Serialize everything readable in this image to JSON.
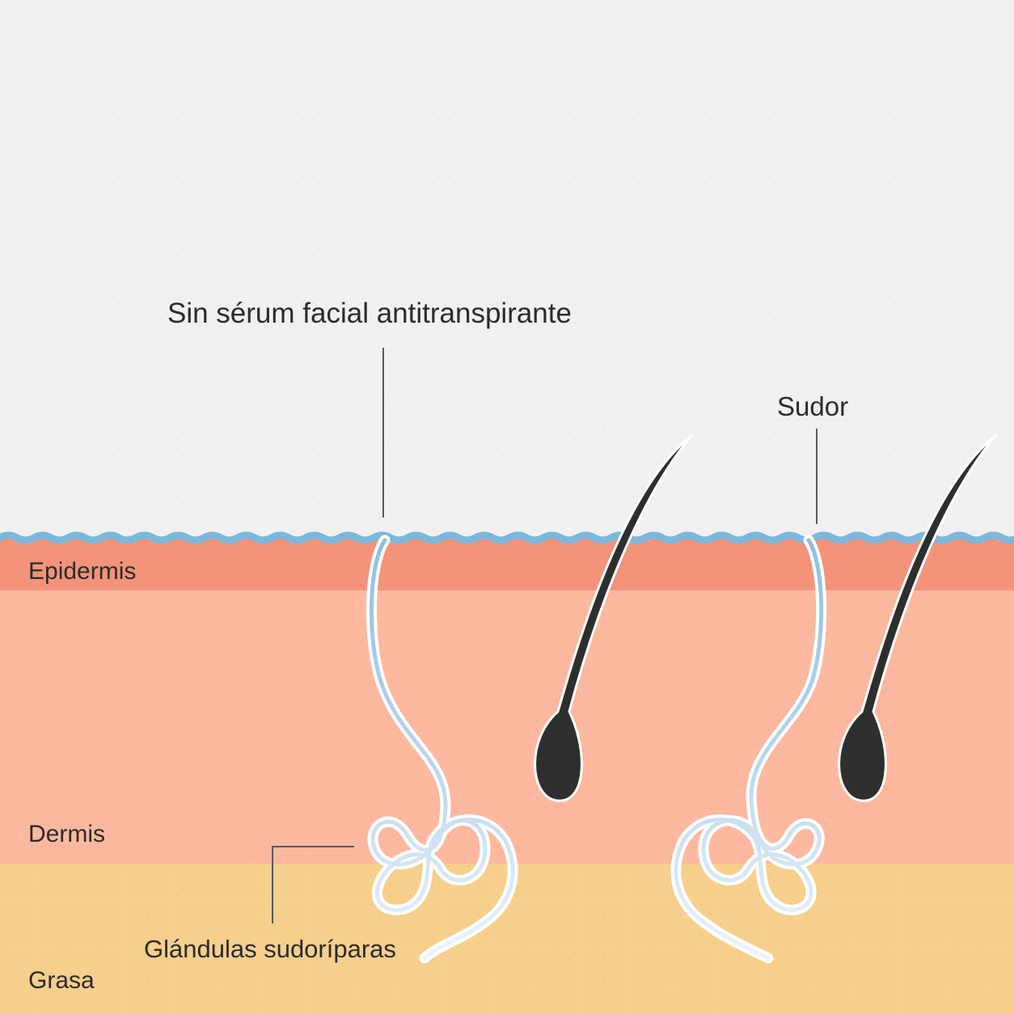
{
  "diagram": {
    "title": "Sin sérum facial antitranspirante",
    "labels": {
      "sweat": "Sudor",
      "epidermis": "Epidermis",
      "dermis": "Dermis",
      "fat": "Grasa",
      "sweat_glands": "Glándulas sudoríparas"
    }
  },
  "colors": {
    "background": "#f1f1f1",
    "epidermis": "#f3937a",
    "dermis": "#fdb8a0",
    "fat": "#f6d08c",
    "sweat": "#7cb8dc",
    "hair": "#2e2e2e",
    "label_line": "#5a5a5a"
  },
  "icons": [
    "hair-follicle-icon",
    "sweat-gland-icon"
  ]
}
